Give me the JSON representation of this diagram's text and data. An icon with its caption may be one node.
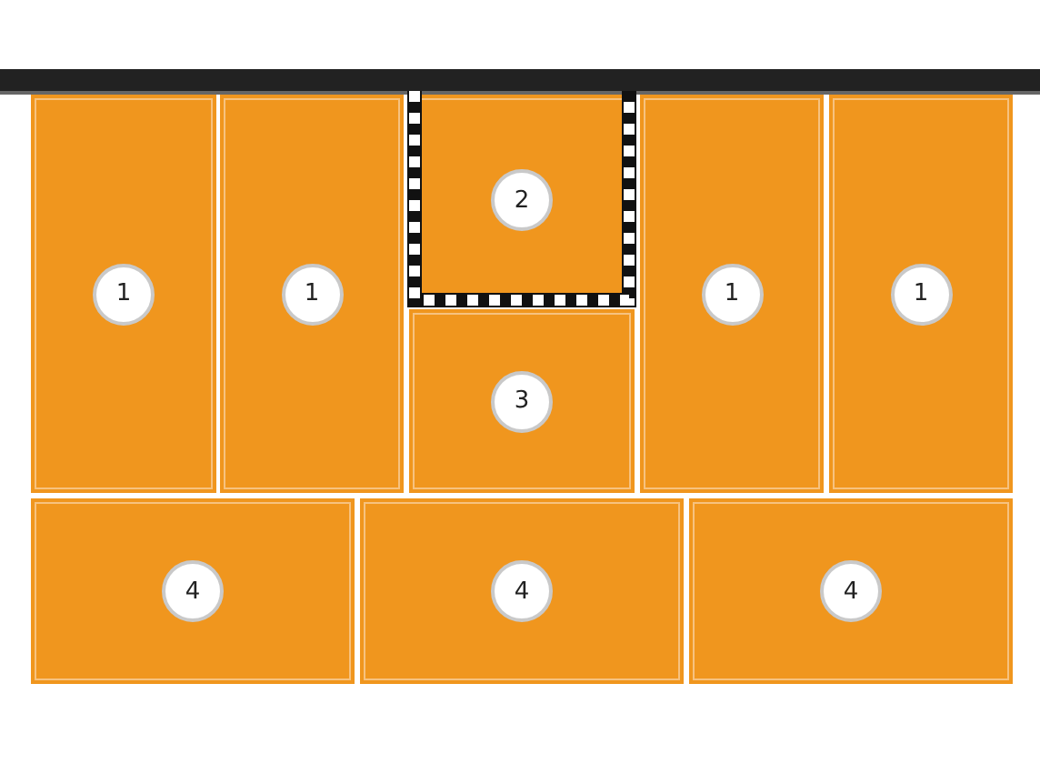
{
  "diagram": {
    "nodes": [
      {
        "text": [],
        "shape": "bar"
      },
      {
        "text": [
          "1"
        ]
      },
      {
        "text": [
          "1"
        ]
      },
      {
        "text": [
          "2"
        ]
      },
      {
        "text": [
          "1"
        ]
      },
      {
        "text": [
          "1"
        ]
      },
      {
        "text": [
          "3"
        ]
      },
      {
        "text": [
          "4"
        ]
      },
      {
        "text": [
          "4"
        ]
      },
      {
        "text": [
          "4"
        ]
      }
    ]
  }
}
